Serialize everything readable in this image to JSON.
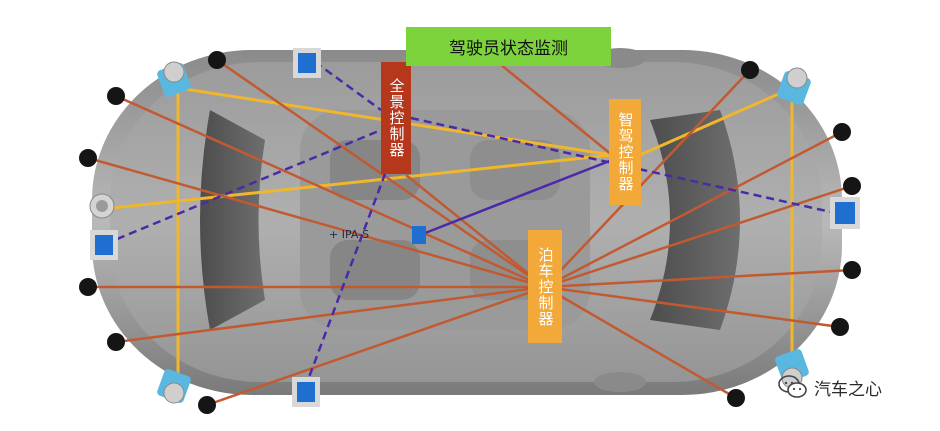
{
  "labels": {
    "full_view_controller": "全景控制器",
    "smart_drive_controller": "智驾控制器",
    "parking_controller": "泊车控制器",
    "driver_monitor": "驾驶员状态监测",
    "ipa": "+ IPA-S",
    "watermark": "汽车之心"
  },
  "colors": {
    "ultrasonic_link": "#c25a31",
    "radar_link": "#f0b62c",
    "camera_link": "#4a2aa8",
    "dms_link": "#c25a31"
  },
  "icons": [
    "ultrasonic-sensor-icon",
    "corner-radar-icon",
    "surround-camera-icon",
    "wechat-icon"
  ]
}
